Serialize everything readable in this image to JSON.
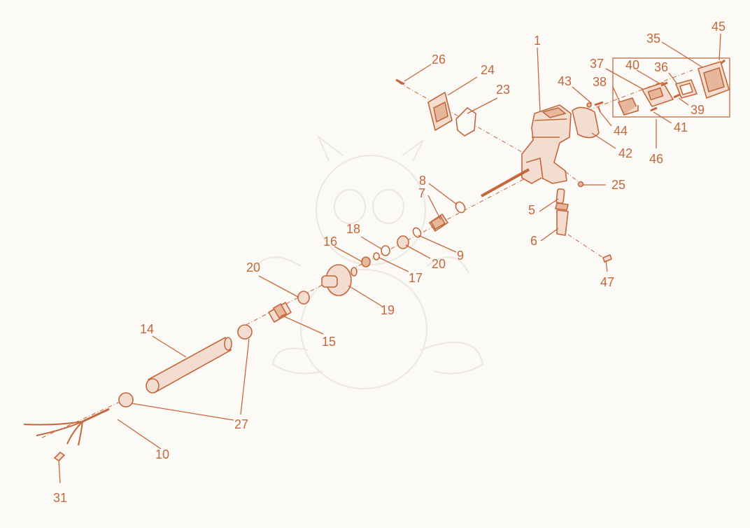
{
  "colors": {
    "accent": "#c4683c",
    "part_fill": "#f3ddd0",
    "background": "#fbfaf6"
  },
  "callouts": [
    {
      "id": "c1",
      "label": "1"
    },
    {
      "id": "c5",
      "label": "5"
    },
    {
      "id": "c6",
      "label": "6"
    },
    {
      "id": "c7",
      "label": "7"
    },
    {
      "id": "c8",
      "label": "8"
    },
    {
      "id": "c9",
      "label": "9"
    },
    {
      "id": "c10",
      "label": "10"
    },
    {
      "id": "c14",
      "label": "14"
    },
    {
      "id": "c15",
      "label": "15"
    },
    {
      "id": "c16",
      "label": "16"
    },
    {
      "id": "c17",
      "label": "17"
    },
    {
      "id": "c18",
      "label": "18"
    },
    {
      "id": "c19",
      "label": "19"
    },
    {
      "id": "c20a",
      "label": "20"
    },
    {
      "id": "c20b",
      "label": "20"
    },
    {
      "id": "c23",
      "label": "23"
    },
    {
      "id": "c24",
      "label": "24"
    },
    {
      "id": "c25",
      "label": "25"
    },
    {
      "id": "c26",
      "label": "26"
    },
    {
      "id": "c27",
      "label": "27"
    },
    {
      "id": "c31",
      "label": "31"
    },
    {
      "id": "c35",
      "label": "35"
    },
    {
      "id": "c36",
      "label": "36"
    },
    {
      "id": "c37",
      "label": "37"
    },
    {
      "id": "c38",
      "label": "38"
    },
    {
      "id": "c39",
      "label": "39"
    },
    {
      "id": "c40",
      "label": "40"
    },
    {
      "id": "c41",
      "label": "41"
    },
    {
      "id": "c42",
      "label": "42"
    },
    {
      "id": "c43",
      "label": "43"
    },
    {
      "id": "c44",
      "label": "44"
    },
    {
      "id": "c45",
      "label": "45"
    },
    {
      "id": "c46",
      "label": "46"
    },
    {
      "id": "c47",
      "label": "47"
    }
  ]
}
